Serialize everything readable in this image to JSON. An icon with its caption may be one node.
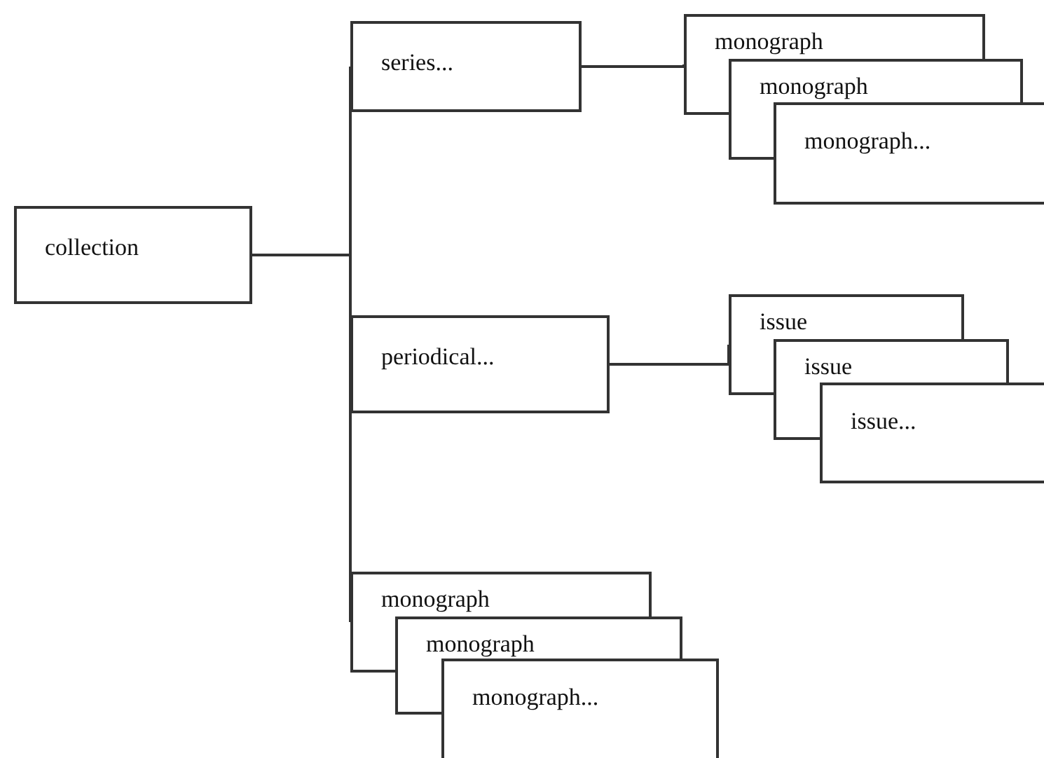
{
  "diagram": {
    "nodes": [
      {
        "text": [
          "collection"
        ]
      },
      {
        "text": [
          "series..."
        ]
      },
      {
        "text": [
          "monograph"
        ]
      },
      {
        "text": [
          "monograph"
        ]
      },
      {
        "text": [
          "monograph..."
        ]
      },
      {
        "text": [
          "periodical..."
        ]
      },
      {
        "text": [
          "issue"
        ]
      },
      {
        "text": [
          "issue"
        ]
      },
      {
        "text": [
          "issue..."
        ]
      },
      {
        "text": [
          "monograph"
        ]
      },
      {
        "text": [
          "monograph"
        ]
      },
      {
        "text": [
          "monograph..."
        ]
      }
    ],
    "edges": [
      {
        "from": 0,
        "to": 1,
        "arrow": "none"
      },
      {
        "from": 0,
        "to": 5,
        "arrow": "none"
      },
      {
        "from": 0,
        "to": 9,
        "arrow": "none"
      },
      {
        "from": 1,
        "to": 2,
        "arrow": "none"
      },
      {
        "from": 5,
        "to": 6,
        "arrow": "none"
      }
    ]
  }
}
